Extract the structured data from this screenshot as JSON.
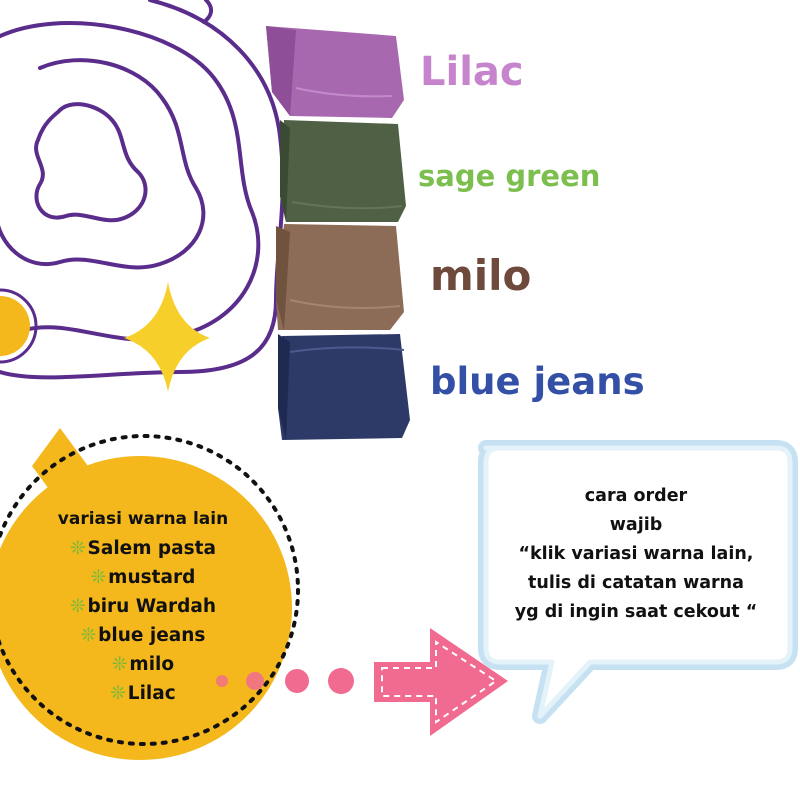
{
  "swatches": [
    {
      "name": "Lilac",
      "label_color": "#c684cc",
      "fabric_color": "#a868b0",
      "fabric_shade": "#8e4f98"
    },
    {
      "name": "sage green",
      "label_color": "#7cbf4f",
      "fabric_color": "#4f6044",
      "fabric_shade": "#3b4a33"
    },
    {
      "name": "milo",
      "label_color": "#6e4a3c",
      "fabric_color": "#8c6c56",
      "fabric_shade": "#6f533f"
    },
    {
      "name": "blue jeans",
      "label_color": "#3350a6",
      "fabric_color": "#2d3a68",
      "fabric_shade": "#1f2a52"
    }
  ],
  "variants_panel": {
    "heading": "variasi warna lain",
    "bullet_icon": "snowflake-asterisk-icon",
    "items": [
      "Salem pasta",
      "mustard",
      "biru Wardah",
      "blue jeans",
      "milo",
      "Lilac"
    ]
  },
  "order_note": {
    "lines": [
      "cara order",
      "wajib",
      "“klik variasi warna lain,",
      "tulis di catatan warna",
      "yg di ingin saat cekout “"
    ]
  },
  "colors": {
    "swirl_purple": "#5a2d8c",
    "accent_yellow": "#f4b81c",
    "sparkle_yellow": "#f7cf2a",
    "pink_accent": "#f06b8f",
    "bubble_border": "#c6e2f2"
  }
}
